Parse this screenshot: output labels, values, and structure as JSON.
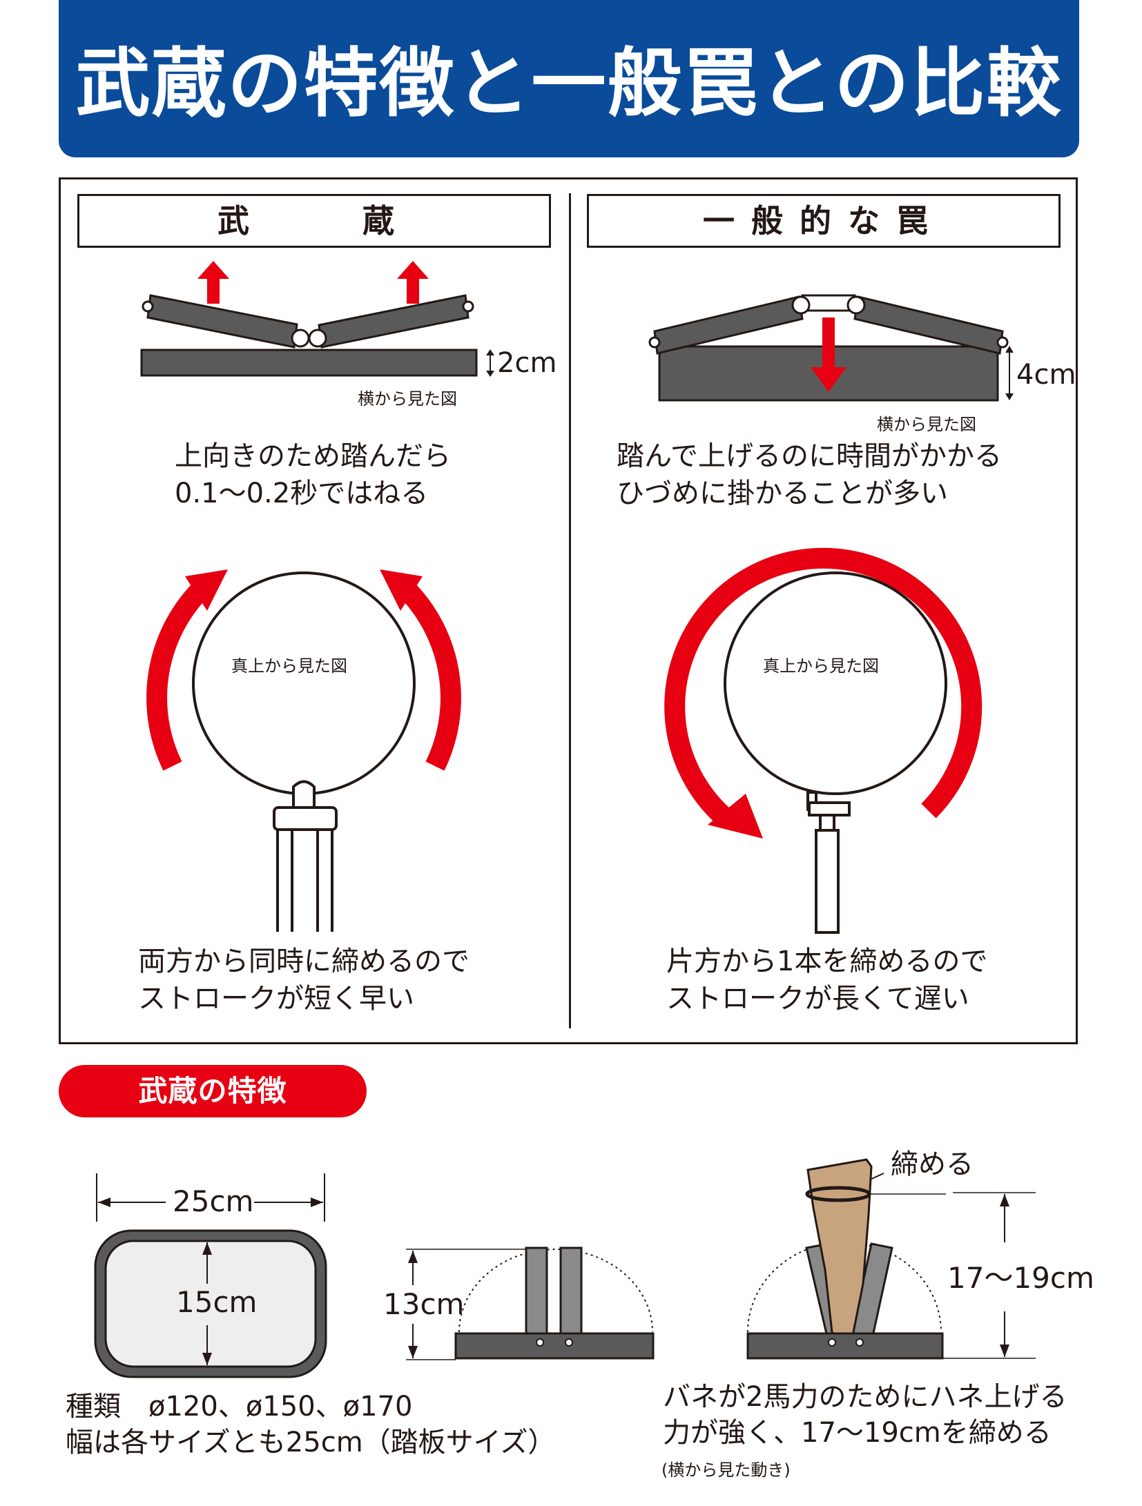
{
  "title": "武蔵の特徴と一般罠との比較",
  "left": {
    "heading": "武　　蔵",
    "side_label": "横から見た図",
    "height": "2cm",
    "caption1": [
      "上向きのため踏んだら",
      "0.1〜0.2秒ではねる"
    ],
    "top_label": "真上から見た図",
    "caption2": [
      "両方から同時に締めるので",
      "ストロークが短く早い"
    ]
  },
  "right": {
    "heading": "一般的な罠",
    "side_label": "横から見た図",
    "height": "4cm",
    "caption1": [
      "踏んで上げるのに時間がかかる",
      "ひづめに掛かることが多い"
    ],
    "top_label": "真上から見た図",
    "caption2": [
      "片方から1本を締めるので",
      "ストロークが長くて遅い"
    ]
  },
  "features": {
    "pill": "武蔵の特徴",
    "width": "25cm",
    "depth": "15cm",
    "height": "13cm",
    "tighten": "締める",
    "range": "17〜19cm",
    "text_left": [
      "種類　ø120、ø150、ø170",
      "幅は各サイズとも25cm（踏板サイズ）"
    ],
    "text_right": [
      "バネが2馬力のためにハネ上げる",
      "力が強く、17〜19cmを締める"
    ],
    "text_right_small": "(横から見た動き)"
  },
  "colors": {
    "title_bg": "#0a4b9a",
    "accent": "#e60012",
    "plate": "#5a5a5a"
  }
}
